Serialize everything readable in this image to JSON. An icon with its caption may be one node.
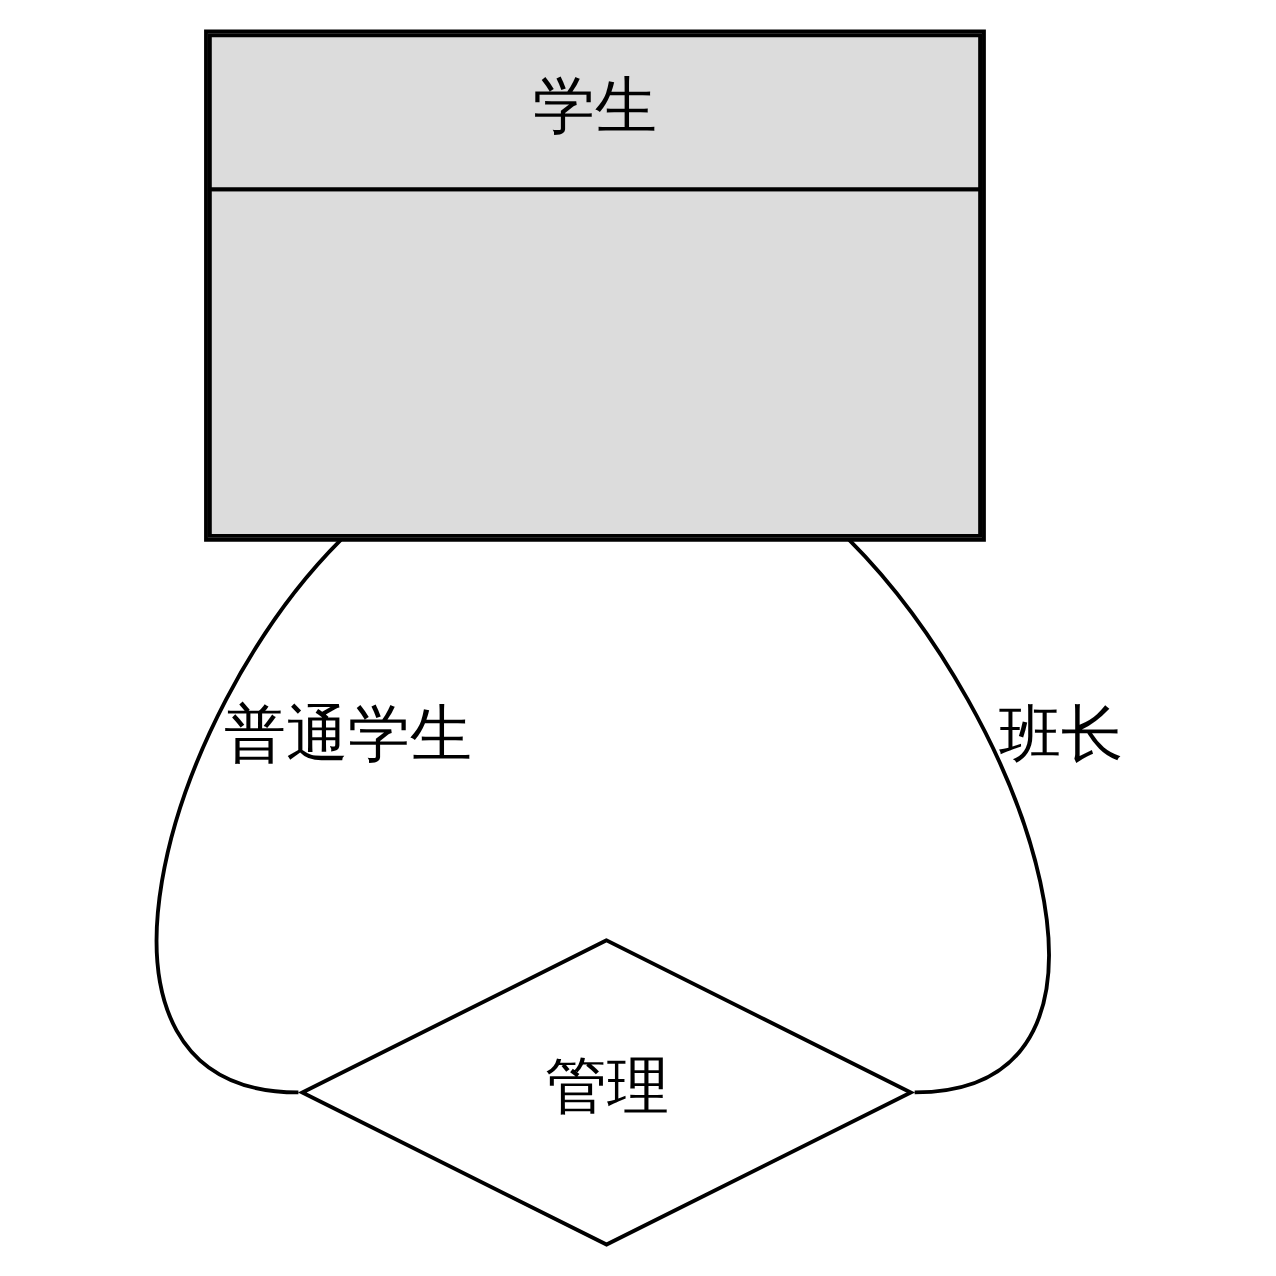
{
  "diagram": {
    "nodes": [
      {
        "text": [
          "学生"
        ]
      },
      {
        "text": [
          "管理"
        ]
      }
    ],
    "edges": [
      {
        "from": 0,
        "to": 1,
        "arrow": "none",
        "label": "普通学生"
      },
      {
        "from": 0,
        "to": 1,
        "arrow": "none",
        "label": "班长"
      }
    ]
  }
}
